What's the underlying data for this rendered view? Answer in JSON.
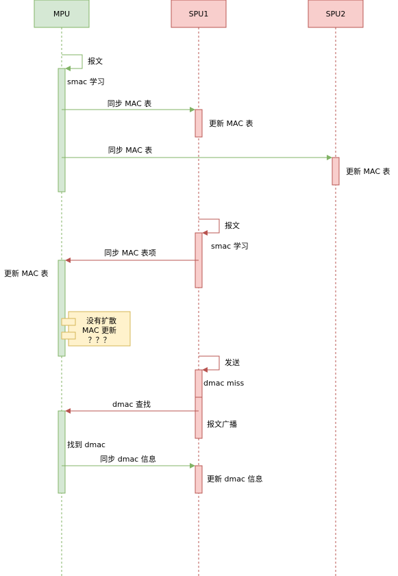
{
  "colors": {
    "mpu_fill": "#d5e8d4",
    "mpu_stroke": "#82b366",
    "spu_fill": "#f8cecc",
    "spu_stroke": "#b85450",
    "note_fill": "#fff2cc",
    "note_stroke": "#d6b656"
  },
  "participants": [
    {
      "id": "mpu",
      "label": "MPU"
    },
    {
      "id": "spu1",
      "label": "SPU1"
    },
    {
      "id": "spu2",
      "label": "SPU2"
    }
  ],
  "messages": {
    "mpu_self_packet": "报文",
    "mpu_smac_learn": "smac 学习",
    "sync_to_spu1": "同步 MAC 表",
    "spu1_update": "更新 MAC 表",
    "sync_to_spu2": "同步 MAC 表",
    "spu2_update": "更新 MAC 表",
    "spu1_self_packet": "报文",
    "spu1_smac_learn": "smac 学习",
    "sync_entry_to_mpu": "同步 MAC 表项",
    "mpu_update": "更新 MAC 表",
    "spu1_self_send": "发送",
    "dmac_miss": "dmac miss",
    "broadcast": "报文广播",
    "dmac_lookup": "dmac 查找",
    "found_dmac": "找到 dmac",
    "sync_dmac_info": "同步 dmac 信息",
    "spu1_update_dmac": "更新 dmac 信息"
  },
  "note": {
    "lines": [
      "没有扩散",
      "MAC 更新",
      "？？？"
    ]
  }
}
